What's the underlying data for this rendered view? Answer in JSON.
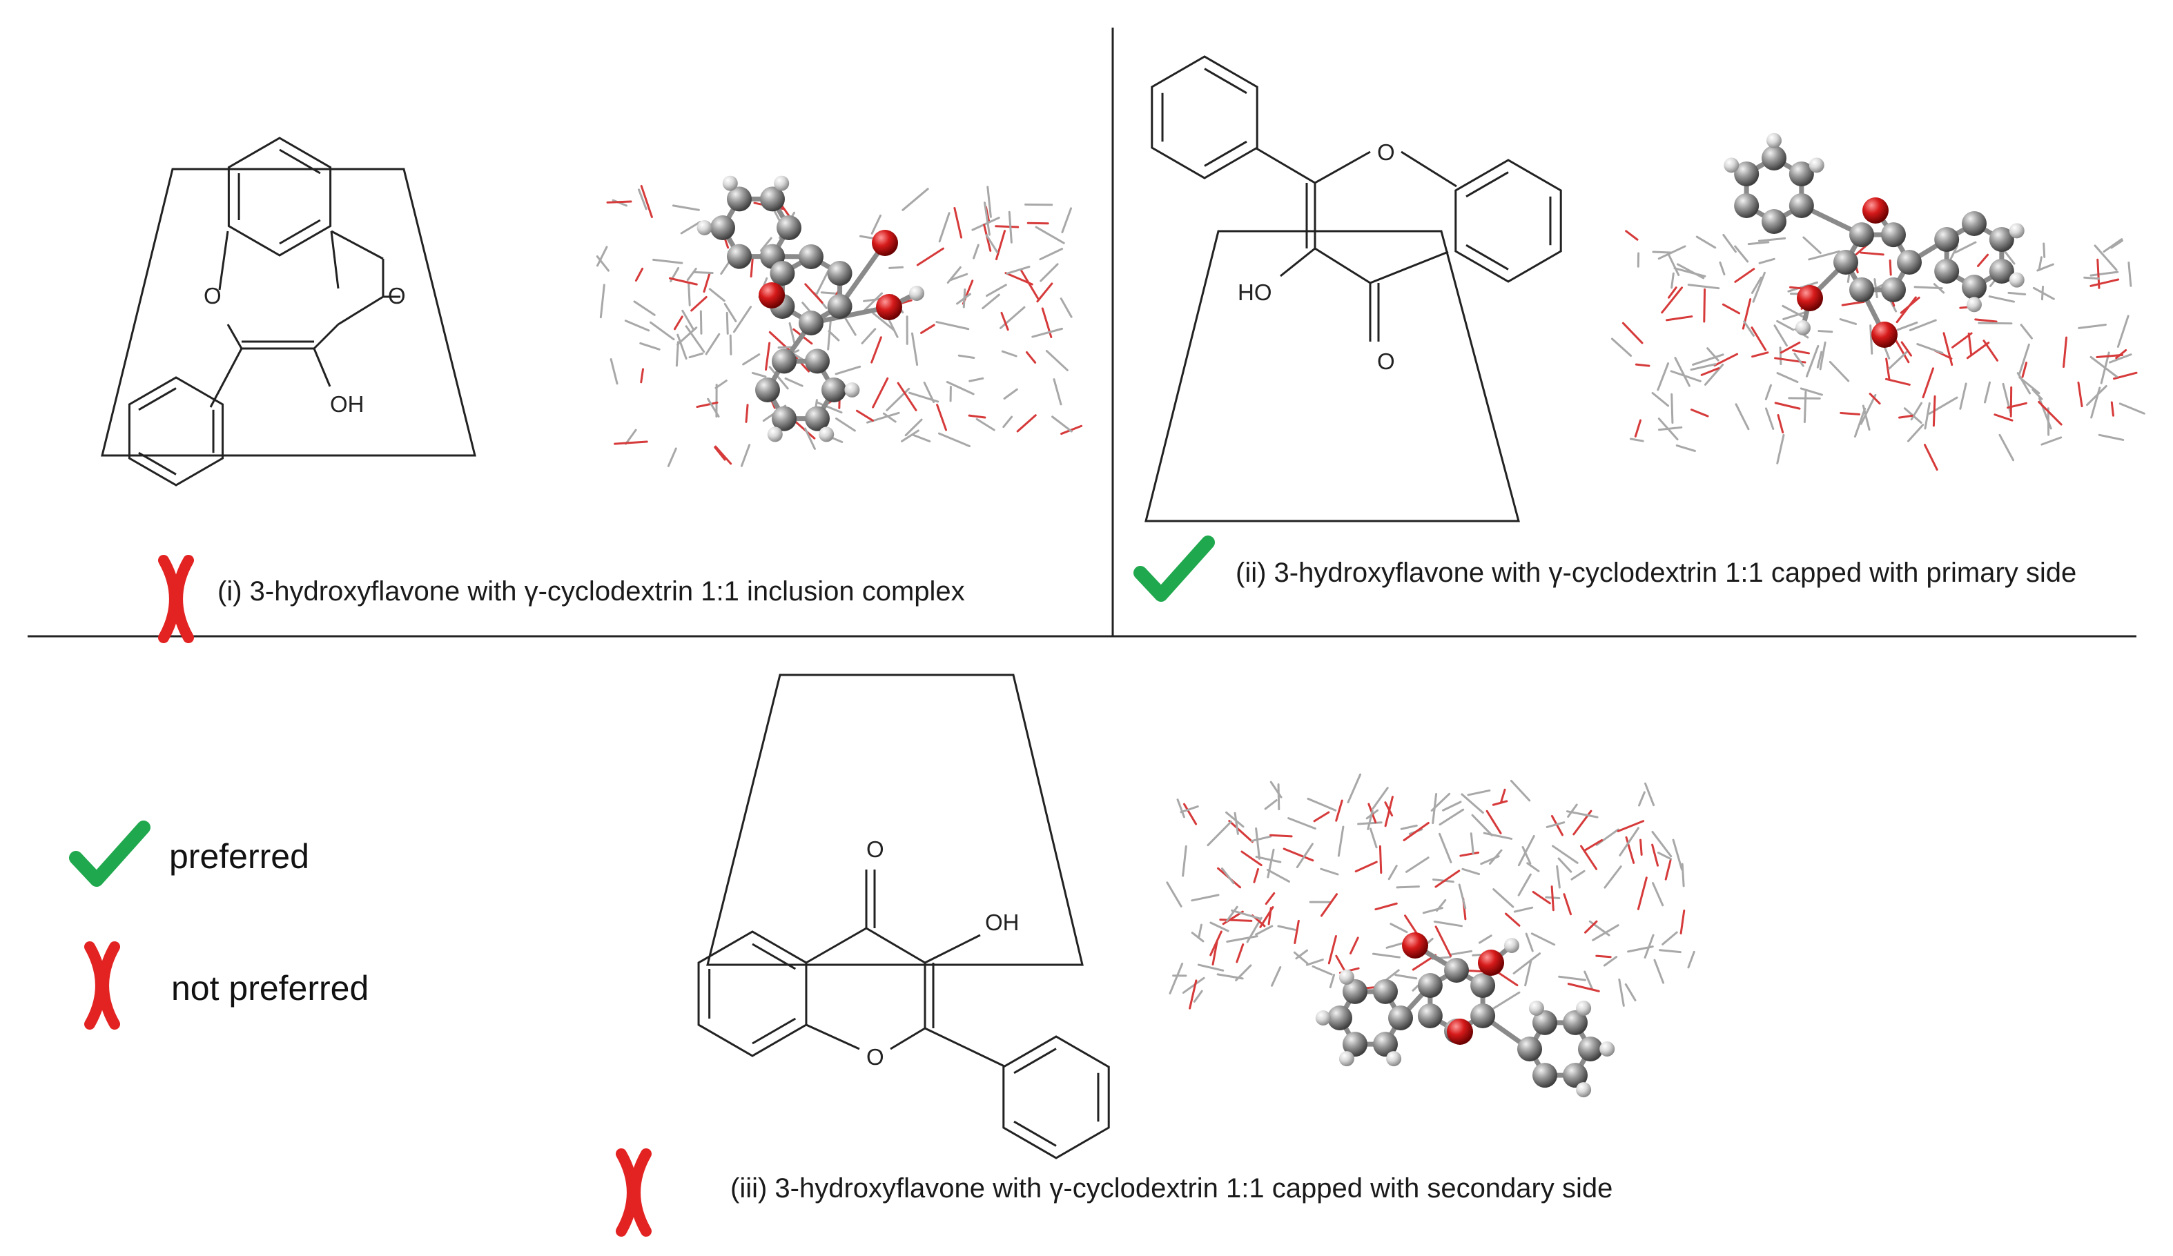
{
  "panels": [
    {
      "id": "i",
      "caption": "(i) 3-hydroxyflavone with γ-cyclodextrin 1:1 inclusion complex",
      "status": "not-preferred"
    },
    {
      "id": "ii",
      "caption": "(ii) 3-hydroxyflavone with γ-cyclodextrin 1:1 capped with primary side",
      "status": "preferred"
    },
    {
      "id": "iii",
      "caption": "(iii) 3-hydroxyflavone with γ-cyclodextrin 1:1 capped with secondary side",
      "status": "not-preferred"
    }
  ],
  "legend": {
    "preferred": "preferred",
    "not_preferred": "not preferred"
  },
  "atom_labels": {
    "ring_oxygen": "O",
    "carbonyl_oxygen": "O",
    "hydroxyl_left": "HO",
    "hydroxyl_right": "OH"
  },
  "colors": {
    "check": "#1fa84d",
    "cross": "#e32222",
    "oxygen": "#d61a1a",
    "carbon": "#8c8c8c",
    "hydrogen": "#dcdcdc",
    "cd_wire_gray": "#a8a8a8",
    "cd_wire_red": "#d63a3a"
  },
  "icons": {
    "preferred": "check-icon",
    "not_preferred": "cross-icon"
  }
}
